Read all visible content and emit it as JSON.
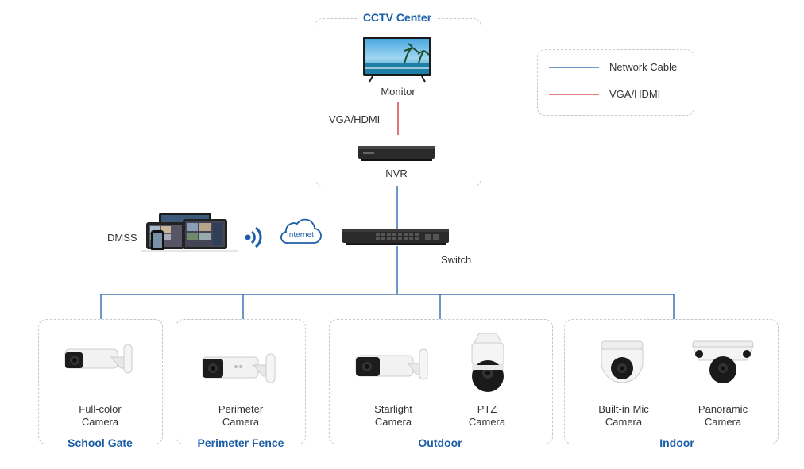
{
  "cctv_center": {
    "title": "CCTV Center",
    "monitor_label": "Monitor",
    "link_label": "VGA/HDMI",
    "nvr_label": "NVR"
  },
  "legend": {
    "network_cable": "Network Cable",
    "vga_hdmi": "VGA/HDMI",
    "network_color": "#1f5fa8",
    "vga_color": "#d03030"
  },
  "dmss": {
    "label": "DMSS",
    "internet": "Internet"
  },
  "switch": {
    "label": "Switch"
  },
  "zones": [
    {
      "title": "School Gate",
      "cameras": [
        {
          "label": "Full-color\nCamera"
        }
      ]
    },
    {
      "title": "Perimeter Fence",
      "cameras": [
        {
          "label": "Perimeter\nCamera"
        }
      ]
    },
    {
      "title": "Outdoor",
      "cameras": [
        {
          "label": "Starlight\nCamera"
        },
        {
          "label": "PTZ\nCamera"
        }
      ]
    },
    {
      "title": "Indoor",
      "cameras": [
        {
          "label": "Built-in Mic\nCamera"
        },
        {
          "label": "Panoramic\nCamera"
        }
      ]
    }
  ]
}
